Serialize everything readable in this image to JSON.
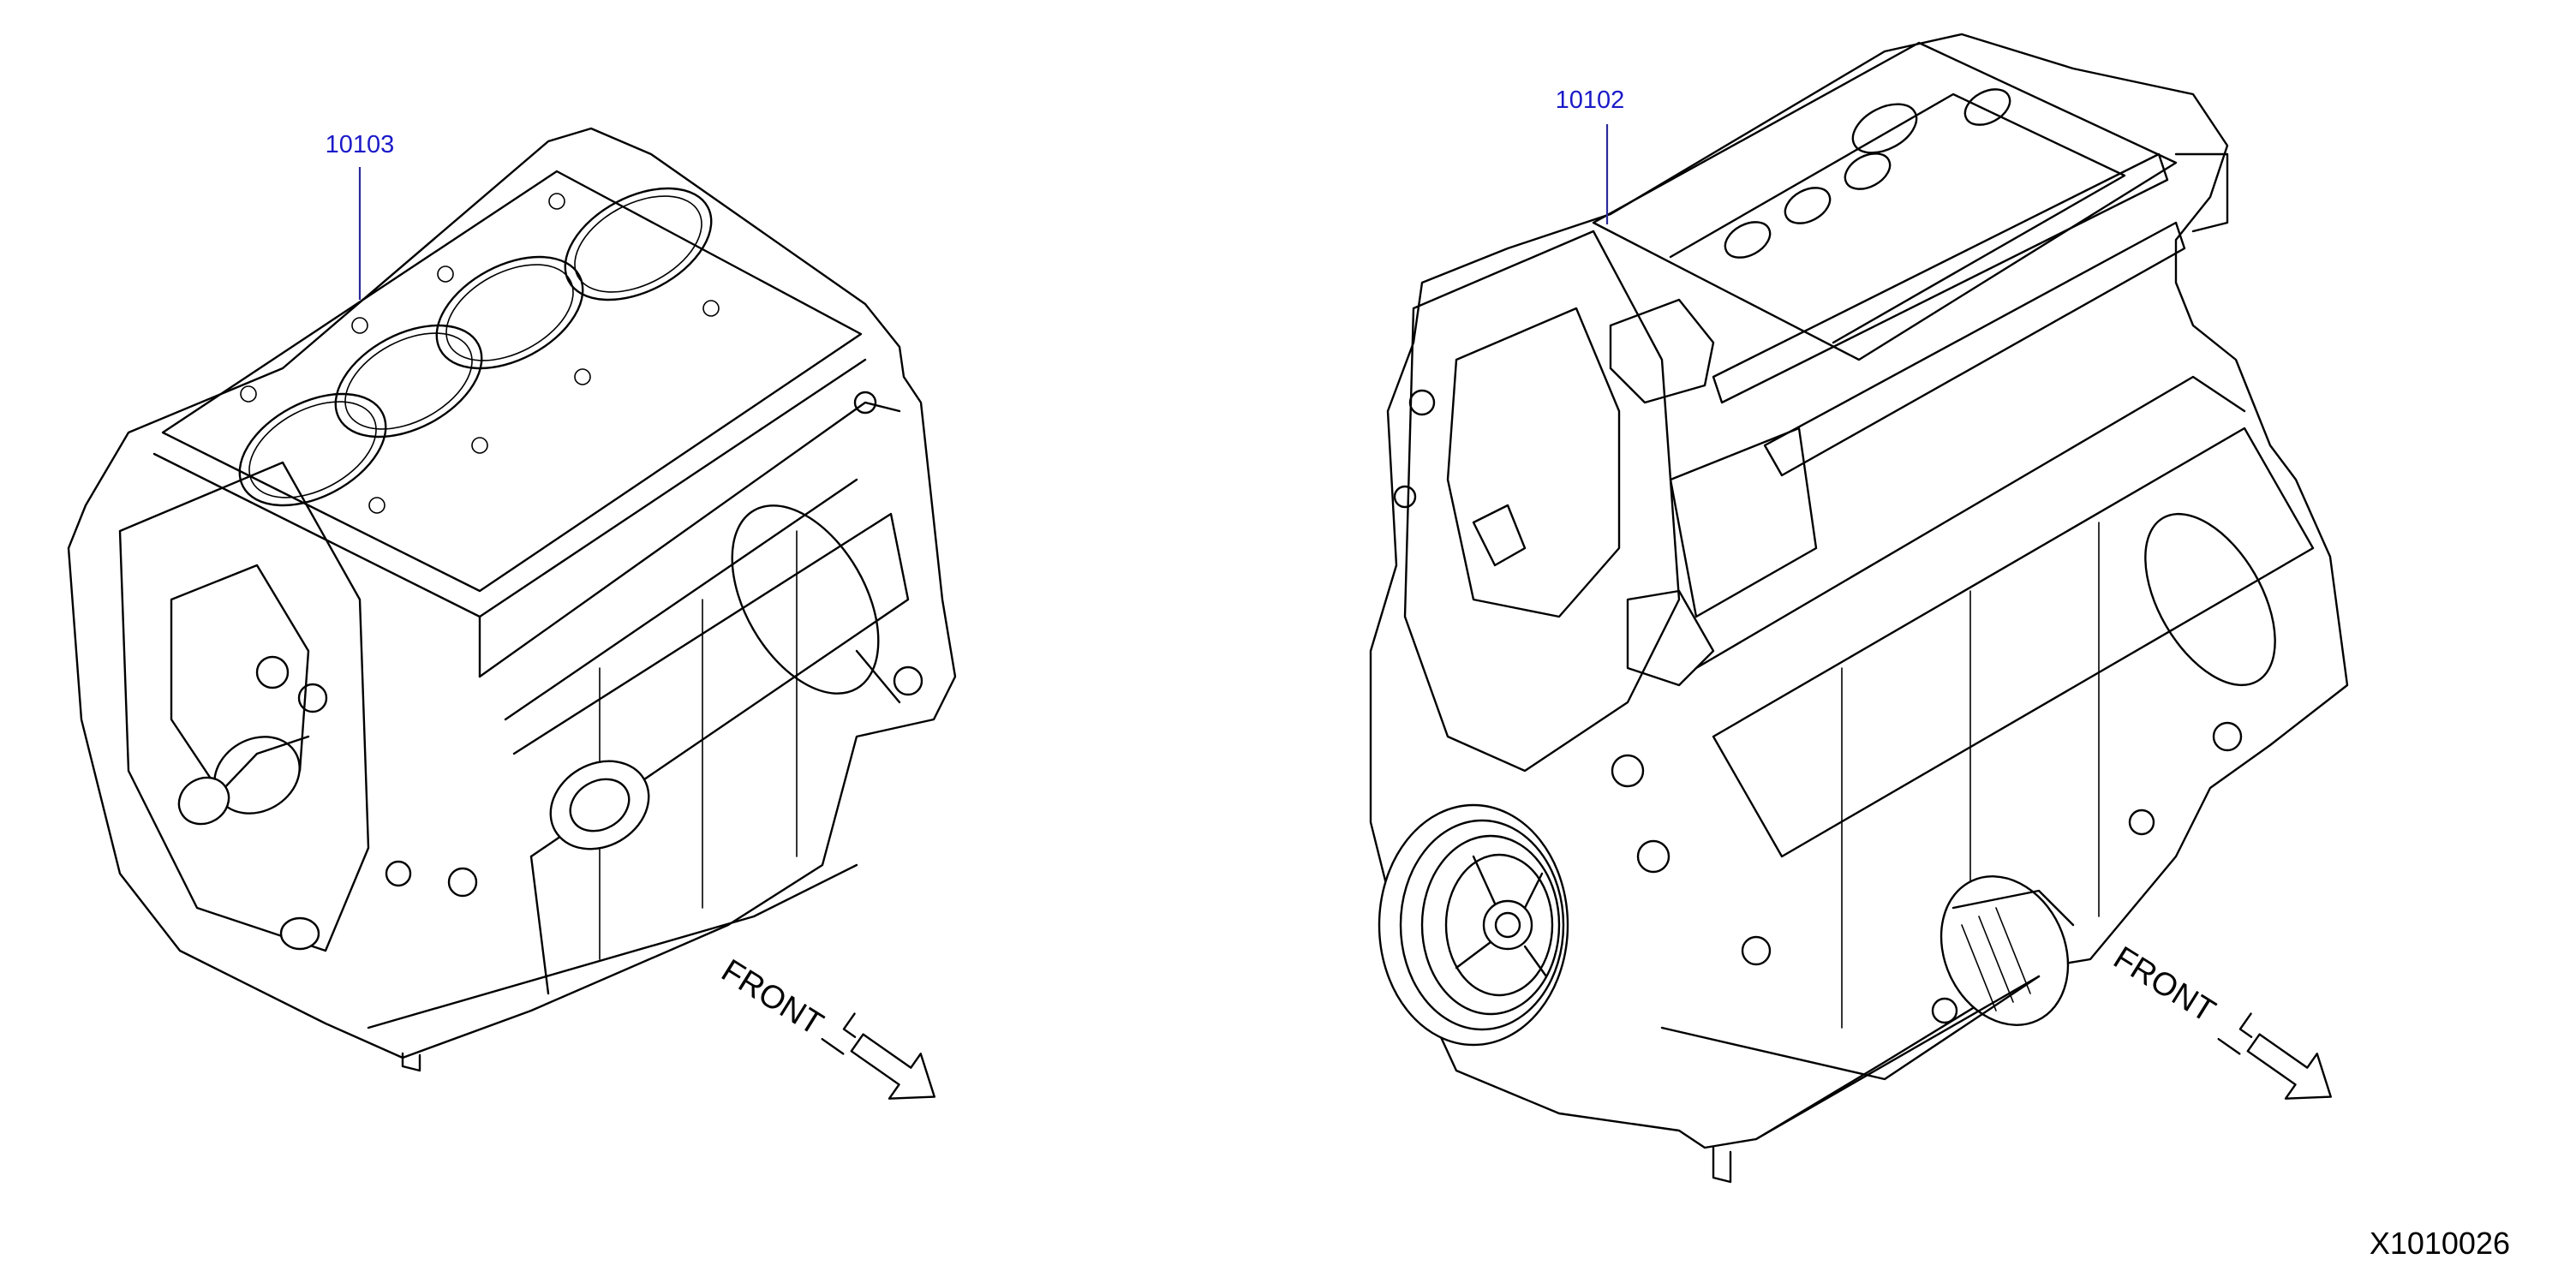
{
  "parts": [
    {
      "id": "short-block",
      "number": "10103"
    },
    {
      "id": "complete-engine",
      "number": "10102"
    }
  ],
  "orientation": {
    "label_left": "FRONT",
    "label_right": "FRONT"
  },
  "reference_code": "X1010026",
  "colors": {
    "part_number": "#1a1ac8",
    "line_art": "#000000",
    "background": "#ffffff"
  }
}
